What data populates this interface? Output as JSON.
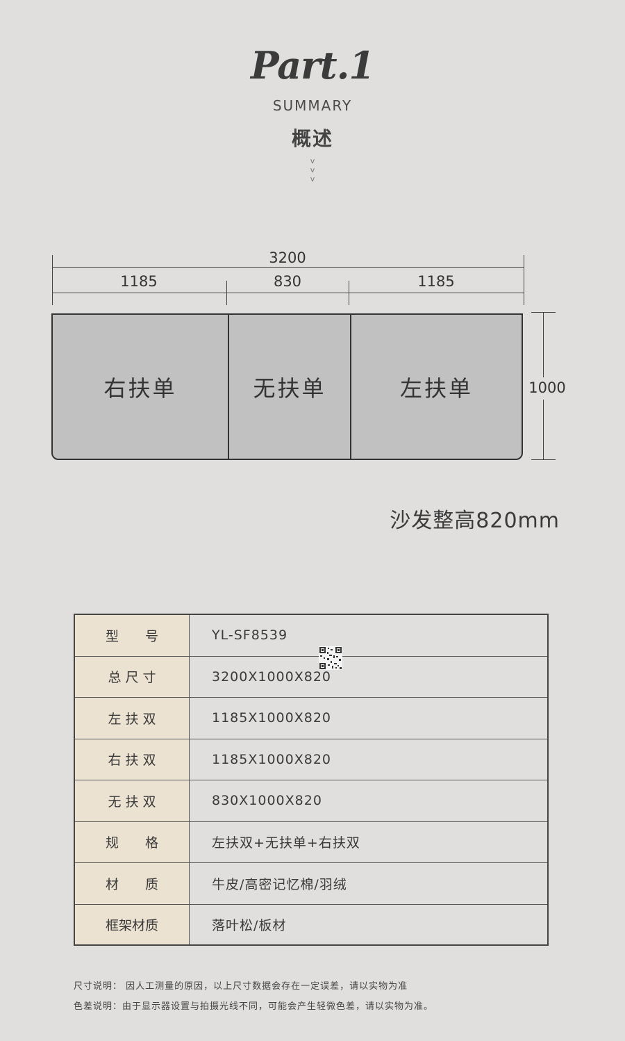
{
  "header": {
    "part_title": "Part.1",
    "summary": "SUMMARY",
    "cn_title": "概述",
    "chevron": "v"
  },
  "diagram": {
    "total_width": "3200",
    "segment_widths": [
      "1185",
      "830",
      "1185"
    ],
    "depth": "1000",
    "segments": [
      "右扶单",
      "无扶单",
      "左扶单"
    ]
  },
  "overall_height": "沙发整高820mm",
  "spec_table": {
    "rows": [
      {
        "label": "型　　号",
        "value": "YL-SF8539"
      },
      {
        "label": "总 尺 寸",
        "value": "3200X1000X820"
      },
      {
        "label": "左 扶 双",
        "value": "1185X1000X820"
      },
      {
        "label": "右 扶 双",
        "value": "1185X1000X820"
      },
      {
        "label": "无 扶 双",
        "value": "830X1000X820"
      },
      {
        "label": "规　　格",
        "value": "左扶双+无扶单+右扶双"
      },
      {
        "label": "材　　质",
        "value": "牛皮/高密记忆棉/羽绒"
      },
      {
        "label": "框架材质",
        "value": "落叶松/板材"
      }
    ]
  },
  "footnotes": {
    "size_note": "尺寸说明： 因人工测量的原因，以上尺寸数据会存在一定误差，请以实物为准",
    "color_note": "色差说明：由于显示器设置与拍摄光线不同，可能会产生轻微色差，请以实物为准。"
  },
  "colors": {
    "background": "#e0dfde",
    "sofa_fill": "#c1c1c1",
    "label_fill": "#ece2d2"
  }
}
